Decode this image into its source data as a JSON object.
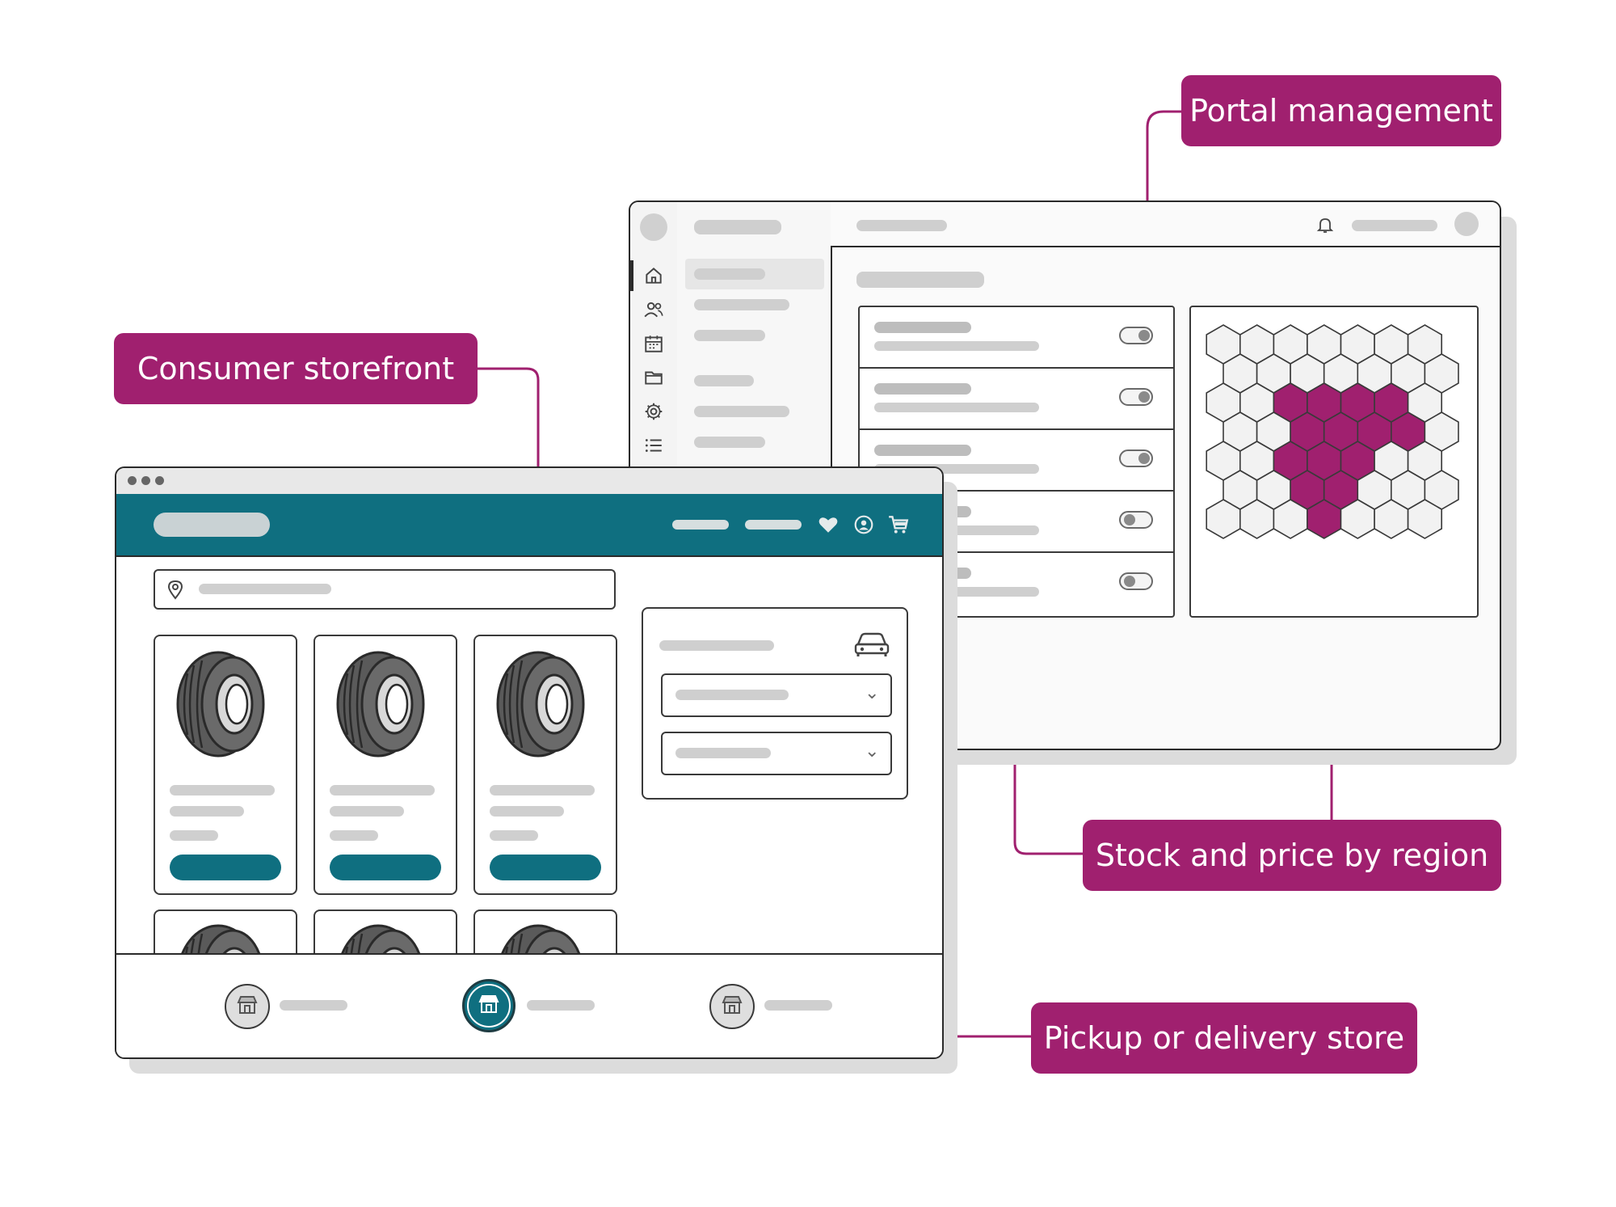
{
  "callouts": {
    "portal": "Portal management",
    "storefront": "Consumer storefront",
    "stock": "Stock and price by region",
    "pickup": "Pickup or delivery store"
  },
  "icons": {
    "admin_nav": [
      "home-icon",
      "users-icon",
      "calendar-icon",
      "folder-icon",
      "gear-icon",
      "list-icon"
    ],
    "admin_header": [
      "bell-icon",
      "avatar"
    ],
    "store_header": [
      "heart-icon",
      "user-icon",
      "cart-icon"
    ],
    "search": "location-pin-icon",
    "vehicle": "car-icon",
    "store": "store-icon"
  },
  "colors": {
    "accent": "#a0206f",
    "teal": "#0f6f80",
    "hex_highlight": "#a0206f",
    "hex_default": "#f2f2f2"
  },
  "hex_map": {
    "highlighted": [
      [
        2,
        2
      ],
      [
        2,
        3
      ],
      [
        2,
        4
      ],
      [
        2,
        5
      ],
      [
        3,
        2
      ],
      [
        3,
        3
      ],
      [
        3,
        4
      ],
      [
        3,
        5
      ],
      [
        4,
        2
      ],
      [
        4,
        3
      ],
      [
        4,
        4
      ],
      [
        5,
        2
      ],
      [
        5,
        3
      ],
      [
        6,
        3
      ]
    ]
  }
}
